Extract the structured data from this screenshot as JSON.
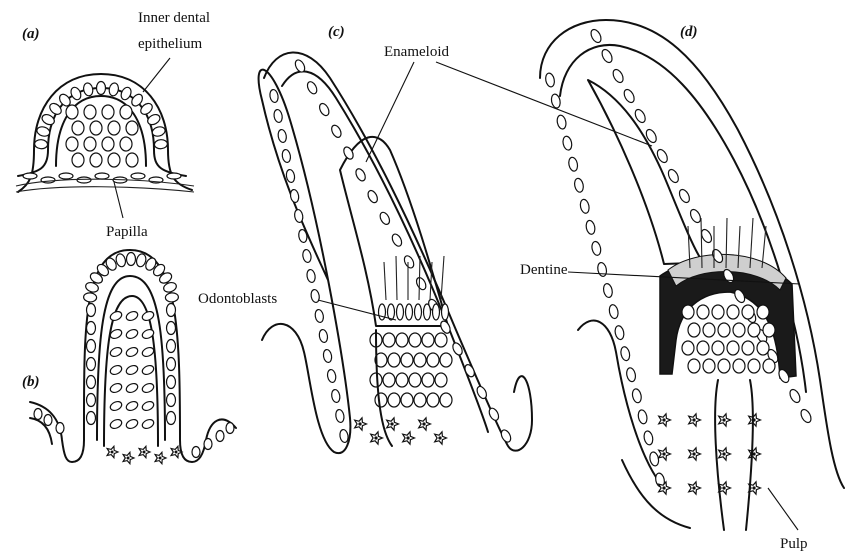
{
  "figure": {
    "panels": [
      "(a)",
      "(b)",
      "(c)",
      "(d)"
    ],
    "labels": {
      "inner_dental_line1": "Inner dental",
      "inner_dental_line2": "epithelium",
      "papilla": "Papilla",
      "enameloid": "Enameloid",
      "odontoblasts": "Odontoblasts",
      "dentine": "Dentine",
      "pulp": "Pulp"
    }
  }
}
